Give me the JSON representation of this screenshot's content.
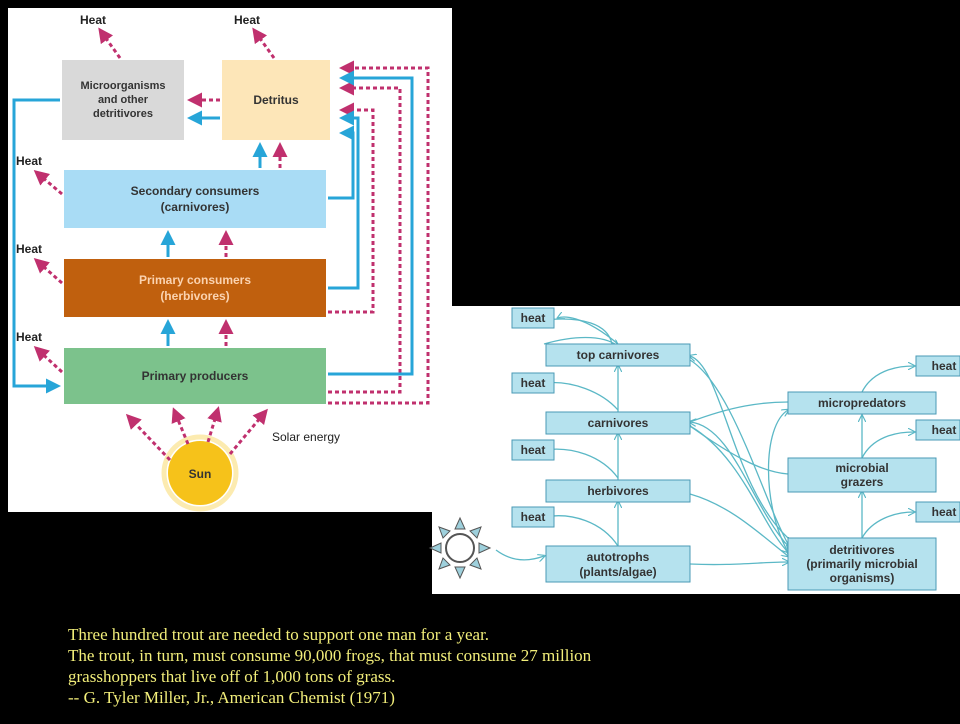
{
  "left_diagram": {
    "heat_top_left": "Heat",
    "heat_top_right": "Heat",
    "heat_secondary": "Heat",
    "heat_primary_consumers": "Heat",
    "heat_producers": "Heat",
    "microorganisms": [
      "Microorganisms",
      "and other",
      "detritivores"
    ],
    "detritus": "Detritus",
    "secondary_consumers": [
      "Secondary consumers",
      "(carnivores)"
    ],
    "primary_consumers": [
      "Primary consumers",
      "(herbivores)"
    ],
    "primary_producers": "Primary producers",
    "solar_energy": "Solar energy",
    "sun": "Sun",
    "colors": {
      "micro_fill": "#d9d9d9",
      "detritus_fill": "#fde6b8",
      "secondary_fill": "#a9dcf5",
      "primary_cons_fill": "#c0600e",
      "producers_fill": "#7cc28c",
      "sun_fill": "#f6c21a",
      "energy_arrow": "#27a5d8",
      "heat_arrow": "#c0306e"
    }
  },
  "right_diagram": {
    "heat_labels": [
      "heat",
      "heat",
      "heat",
      "heat",
      "heat",
      "heat",
      "heat"
    ],
    "top_carnivores": "top carnivores",
    "carnivores": "carnivores",
    "herbivores": "herbivores",
    "autotrophs": [
      "autotrophs",
      "(plants/algae)"
    ],
    "micropredators": "micropredators",
    "microbial_grazers": [
      "microbial",
      "grazers"
    ],
    "detritivores": [
      "detritivores",
      "(primarily microbial",
      "organisms)"
    ],
    "colors": {
      "box_fill": "#b5e2ee",
      "box_stroke": "#4a9ab5",
      "line": "#5bb8c6"
    }
  },
  "caption": {
    "line1": "Three hundred trout are needed to support one man for a year.",
    "line2": "The trout, in turn, must consume 90,000 frogs, that must consume 27 million",
    "line3": "grasshoppers that live off of 1,000 tons of grass.",
    "line4": "-- G. Tyler Miller, Jr., American Chemist (1971)"
  }
}
